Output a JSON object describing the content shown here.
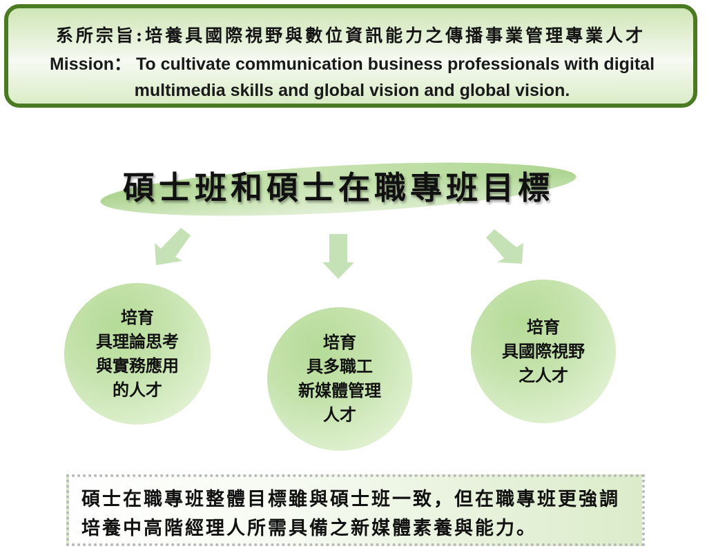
{
  "mission": {
    "zh": "系所宗旨:培養具國際視野與數位資訊能力之傳播事業管理專業人才",
    "en_label": "Mission：",
    "en_line1": "To cultivate communication business professionals with digital",
    "en_line2": "multimedia skills and global vision and global vision."
  },
  "section": {
    "title": "碩士班和碩士在職專班目標"
  },
  "arrows": [
    {
      "icon": "arrow-down-left-icon"
    },
    {
      "icon": "arrow-down-icon"
    },
    {
      "icon": "arrow-down-right-icon"
    }
  ],
  "goals": [
    {
      "lines": [
        "培育",
        "具理論思考",
        "與實務應用",
        "的人才"
      ]
    },
    {
      "lines": [
        "培育",
        "具多職工",
        "新媒體管理",
        "人才"
      ]
    },
    {
      "lines": [
        "培育",
        "具國際視野",
        "之人才"
      ]
    }
  ],
  "note": {
    "line1": "碩士在職專班整體目標雖與碩士班一致，但在職專班更強調",
    "line2": "培養中高階經理人所需具備之新媒體素養與能力。"
  },
  "colors": {
    "banner_border": "#4a7a22",
    "banner_fill": "#cfe6b6",
    "arrow_fill": "#c5e1b6",
    "circle_fill": "#c6e3ae",
    "swoosh_fill": "#a9d28a",
    "note_border": "#b8b8b8"
  }
}
